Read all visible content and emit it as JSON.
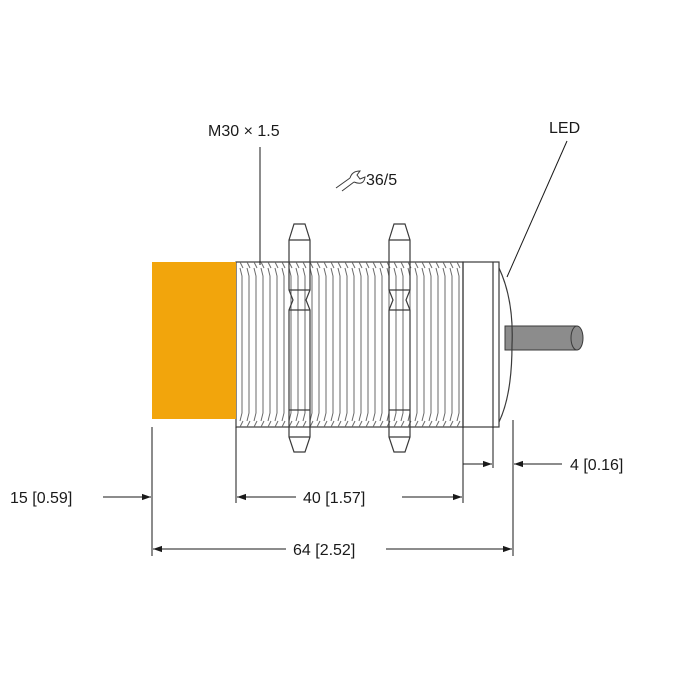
{
  "labels": {
    "thread_spec": "M30 × 1.5",
    "wrench_size": "36/5",
    "led": "LED",
    "dim_cap_length": "15 [0.59]",
    "dim_thread_length": "40 [1.57]",
    "dim_total_length": "64 [2.52]",
    "dim_rear_length": "4 [0.16]"
  },
  "colors": {
    "sensing_face": "#f2a50c",
    "body_fill": "#ffffff",
    "cable": "#8c8c8c",
    "line": "#1a1a1a"
  },
  "icons": {
    "wrench": "wrench-icon"
  }
}
